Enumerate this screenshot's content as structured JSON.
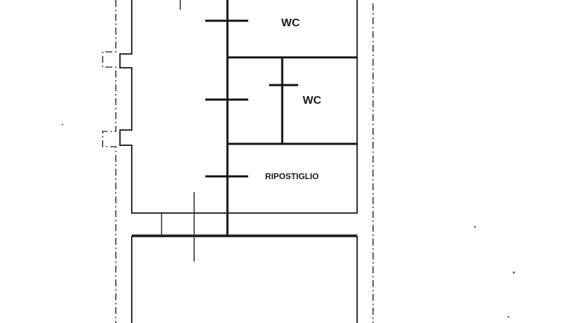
{
  "rooms": [
    {
      "id": "wc-upper",
      "label": "WC"
    },
    {
      "id": "wc-lower",
      "label": "WC"
    },
    {
      "id": "ripostiglio",
      "label": "RIPOSTIGLIO"
    }
  ]
}
